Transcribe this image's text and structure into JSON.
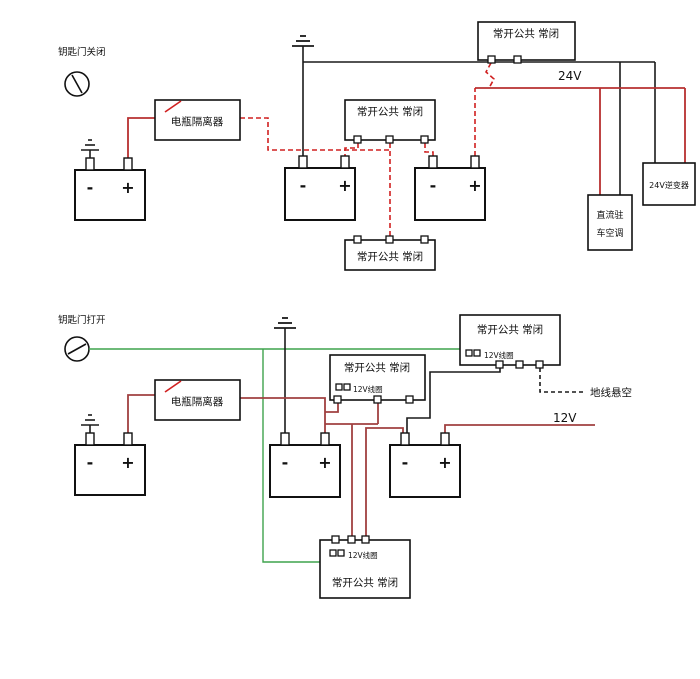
{
  "colors": {
    "wire_black": "#1a1a1a",
    "wire_red_dashed": "#d02020",
    "wire_red_solid": "#b73030",
    "wire_maroon": "#a04040",
    "wire_green": "#3fa34d",
    "label_red": "#c02020"
  },
  "battery": {
    "minus": "-",
    "plus": "+"
  },
  "top_diagram": {
    "key_label": "钥匙门关闭",
    "isolator_label": "电瓶隔离器",
    "relay_top_label": "常开公共 常闭",
    "relay_mid_label": "常开公共 常闭",
    "relay_bottom_label": "常开公共 常闭",
    "voltage_label": "24V",
    "inverter_label": "24V逆变器",
    "ac_line1": "直流驻",
    "ac_line2": "车空调"
  },
  "bottom_diagram": {
    "key_label": "钥匙门打开",
    "isolator_label": "电瓶隔离器",
    "relay_right_label": "常开公共 常闭",
    "relay_right_coil": "12V线圈",
    "relay_mid_label": "常开公共 常闭",
    "relay_mid_coil": "12V线圈",
    "relay_bottom_label": "常开公共 常闭",
    "relay_bottom_coil": "12V线圈",
    "voltage_label": "12V",
    "ground_float_label": "地线悬空"
  }
}
